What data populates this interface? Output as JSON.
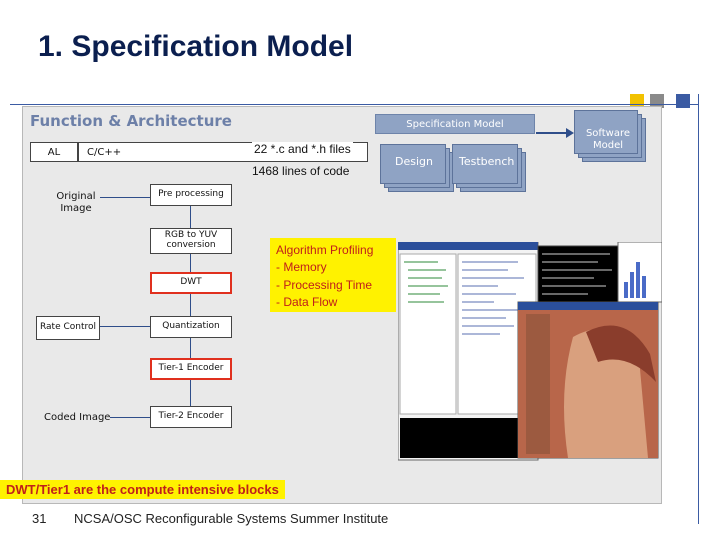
{
  "slide": {
    "title": "1. Specification Model",
    "page_number": "31",
    "footer_text": "NCSA/OSC Reconfigurable Systems Summer Institute"
  },
  "diagram": {
    "section_title": "Function & Architecture",
    "al_label": "AL",
    "language_label": "C/C++",
    "files_text": "22 *.c and *.h files",
    "lines_text": "1468 lines of code",
    "spec_model_label": "Specification Model",
    "design_label": "Design",
    "testbench_label": "Testbench",
    "software_model_label": "Software Model",
    "original_image_label": "Original Image",
    "rate_control_label": "Rate Control",
    "coded_image_label": "Coded Image",
    "blocks": {
      "preprocessing": "Pre processing",
      "rgb_to_yuv": "RGB to YUV conversion",
      "dwt": "DWT",
      "quantization": "Quantization",
      "tier1": "Tier-1 Encoder",
      "tier2": "Tier-2 Encoder"
    },
    "profiling": {
      "title": "Algorithm Profiling",
      "items": [
        "- Memory",
        "- Processing Time",
        "- Data Flow"
      ]
    },
    "callout": "DWT/Tier1 are the compute intensive blocks"
  },
  "colors": {
    "title": "#0b1f4f",
    "accent_blue": "#3b5ba3",
    "highlight_yellow": "#fff200",
    "highlight_red": "#e0301e",
    "spec_blue": "#8fa3c4"
  }
}
